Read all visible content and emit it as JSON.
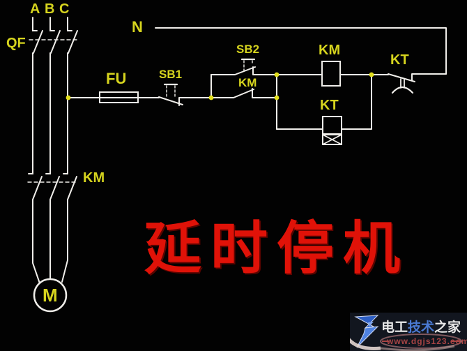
{
  "labels": {
    "phase_a": "A",
    "phase_b": "B",
    "phase_c": "C",
    "breaker": "QF",
    "neutral": "N",
    "fuse": "FU",
    "stop_button": "SB1",
    "start_button": "SB2",
    "aux_contact": "KM",
    "main_contacts": "KM",
    "contactor_coil": "KM",
    "timer_contact": "KT",
    "timer_coil": "KT",
    "motor": "M"
  },
  "title": {
    "text": "延时停机",
    "color": "#e01208"
  },
  "watermark": {
    "site_name_part1": "电工",
    "site_name_part2": "技术",
    "site_name_part3": "之家",
    "site_url": "www.dgjs123.com",
    "brand_blue": "#4a7ad4",
    "url_red": "#a84444"
  },
  "colors": {
    "background": "#020202",
    "wire": "#f0eeea",
    "label_yellow": "#d6d41e",
    "junction_dot": "#e2df1c"
  }
}
